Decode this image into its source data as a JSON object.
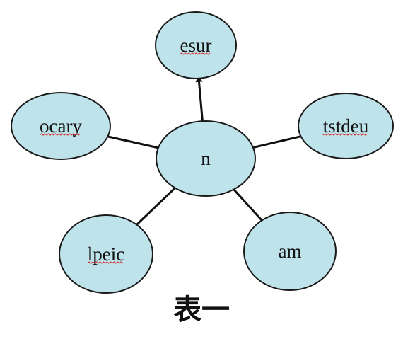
{
  "diagram": {
    "center": {
      "label": "n"
    },
    "nodes": [
      {
        "id": "top",
        "label": "esur",
        "misspelled": true
      },
      {
        "id": "left",
        "label": "ocary",
        "misspelled": true
      },
      {
        "id": "right",
        "label": "tstdeu",
        "misspelled": true
      },
      {
        "id": "bottom-left",
        "label": "lpeic",
        "misspelled": true
      },
      {
        "id": "bottom-right",
        "label": "am",
        "misspelled": false
      }
    ],
    "edges": [
      {
        "from": "center",
        "to": "top",
        "arrow": true
      },
      {
        "from": "center",
        "to": "left",
        "arrow": false
      },
      {
        "from": "center",
        "to": "right",
        "arrow": false
      },
      {
        "from": "center",
        "to": "bottom-left",
        "arrow": false
      },
      {
        "from": "center",
        "to": "bottom-right",
        "arrow": false
      }
    ],
    "colors": {
      "node_fill": "#bfe3ea",
      "node_stroke": "#1a1a1a",
      "edge": "#111111",
      "spellcheck_underline": "#d23a3a"
    }
  },
  "caption": "表一"
}
